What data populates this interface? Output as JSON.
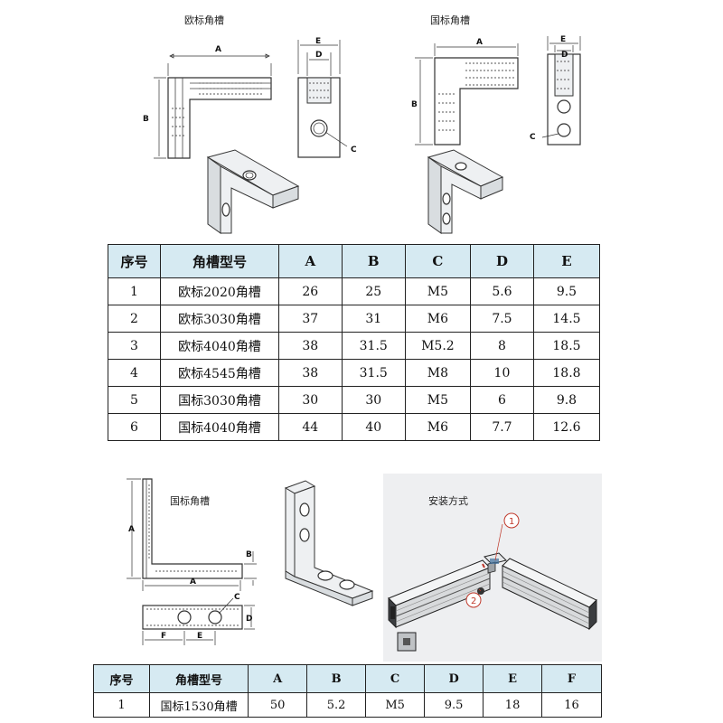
{
  "captions": {
    "eu_corner": "欧标角槽",
    "gb_corner_top": "国标角槽",
    "gb_corner_bottom": "国标角槽",
    "install": "安装方式"
  },
  "dimension_labels": {
    "A": "A",
    "B": "B",
    "C": "C",
    "D": "D",
    "E": "E",
    "F": "F"
  },
  "install_callouts": [
    "1",
    "2"
  ],
  "table1": {
    "headers": [
      "序号",
      "角槽型号",
      "A",
      "B",
      "C",
      "D",
      "E"
    ],
    "rows": [
      [
        "1",
        "欧标2020角槽",
        "26",
        "25",
        "M5",
        "5.6",
        "9.5"
      ],
      [
        "2",
        "欧标3030角槽",
        "37",
        "31",
        "M6",
        "7.5",
        "14.5"
      ],
      [
        "3",
        "欧标4040角槽",
        "38",
        "31.5",
        "M5.2",
        "8",
        "18.5"
      ],
      [
        "4",
        "欧标4545角槽",
        "38",
        "31.5",
        "M8",
        "10",
        "18.8"
      ],
      [
        "5",
        "国标3030角槽",
        "30",
        "30",
        "M5",
        "6",
        "9.8"
      ],
      [
        "6",
        "国标4040角槽",
        "44",
        "40",
        "M6",
        "7.7",
        "12.6"
      ]
    ]
  },
  "table2": {
    "headers": [
      "序号",
      "角槽型号",
      "A",
      "B",
      "C",
      "D",
      "E",
      "F"
    ],
    "rows": [
      [
        "1",
        "国标1530角槽",
        "50",
        "5.2",
        "M5",
        "9.5",
        "18",
        "16"
      ]
    ]
  },
  "colors": {
    "header_bg": "#d6eaf2",
    "photo_bg": "#eeeff1",
    "callout_red": "#c0392b"
  }
}
